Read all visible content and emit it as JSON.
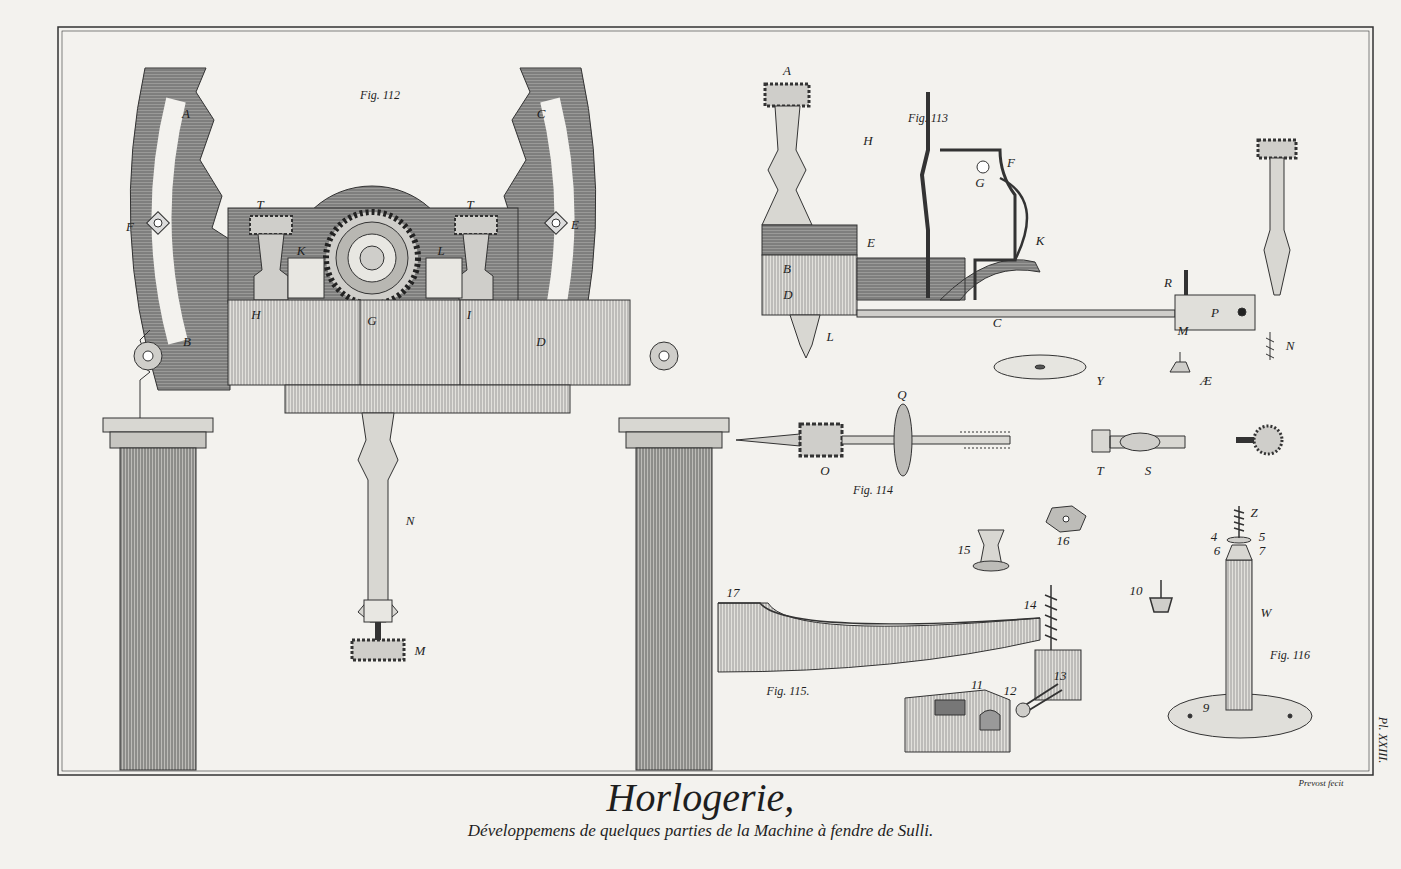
{
  "diagram": {
    "title": "Horlogerie,",
    "caption": "Développemens de quelques parties de la Machine à fendre de Sulli.",
    "labels": [
      "Fig. 112",
      "A",
      "C",
      "F",
      "E",
      "B",
      "D",
      "T",
      "T",
      "K",
      "G",
      "L",
      "H",
      "I",
      "N",
      "M",
      "A",
      "Fig. 113",
      "H",
      "G",
      "F",
      "E",
      "K",
      "B",
      "D",
      "R",
      "C",
      "L",
      "M",
      "P",
      "N",
      "Y",
      "Æ",
      "O",
      "Q",
      "T",
      "S",
      "Fig. 114",
      "15",
      "16",
      "Z",
      "4",
      "5",
      "6",
      "7",
      "17",
      "10",
      "14",
      "W",
      "Fig. 116",
      "13",
      "12",
      "Fig. 115.",
      "11",
      "9",
      "Prevost fecit",
      "Pl. XXIII."
    ]
  }
}
